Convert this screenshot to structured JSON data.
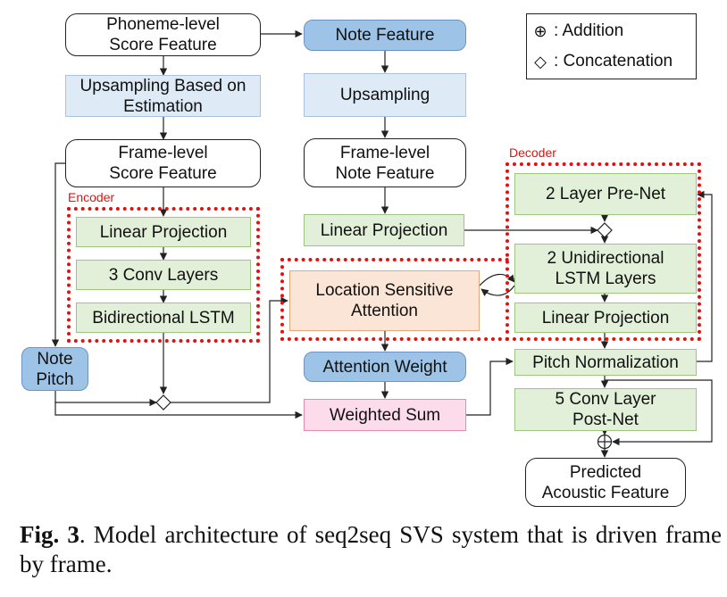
{
  "legend": {
    "addition_symbol": "⊕",
    "addition_text": ": Addition",
    "concat_symbol": "◇",
    "concat_text": ": Concatenation"
  },
  "labels": {
    "encoder": "Encoder",
    "decoder": "Decoder"
  },
  "nodes": {
    "phoneme_score": "Phoneme-level\nScore Feature",
    "upsampling_est": "Upsampling Based on\nEstimation",
    "frame_score": "Frame-level\nScore Feature",
    "enc_linear": "Linear Projection",
    "enc_conv": "3 Conv Layers",
    "enc_blstm": "Bidirectional LSTM",
    "note_pitch": "Note\nPitch",
    "note_feature": "Note Feature",
    "upsampling": "Upsampling",
    "frame_note": "Frame-level\nNote Feature",
    "note_linear": "Linear Projection",
    "attention": "Location Sensitive\nAttention",
    "attention_weight": "Attention Weight",
    "weighted_sum": "Weighted Sum",
    "prenet": "2 Layer Pre-Net",
    "lstm": "2 Unidirectional\nLSTM Layers",
    "dec_linear": "Linear Projection",
    "pitch_norm": "Pitch Normalization",
    "postnet": "5 Conv Layer\nPost-Net",
    "predicted": "Predicted\nAcoustic Feature"
  },
  "caption": {
    "label": "Fig. 3",
    "text": ".  Model architecture of seq2seq SVS system that is driven frame by frame."
  }
}
